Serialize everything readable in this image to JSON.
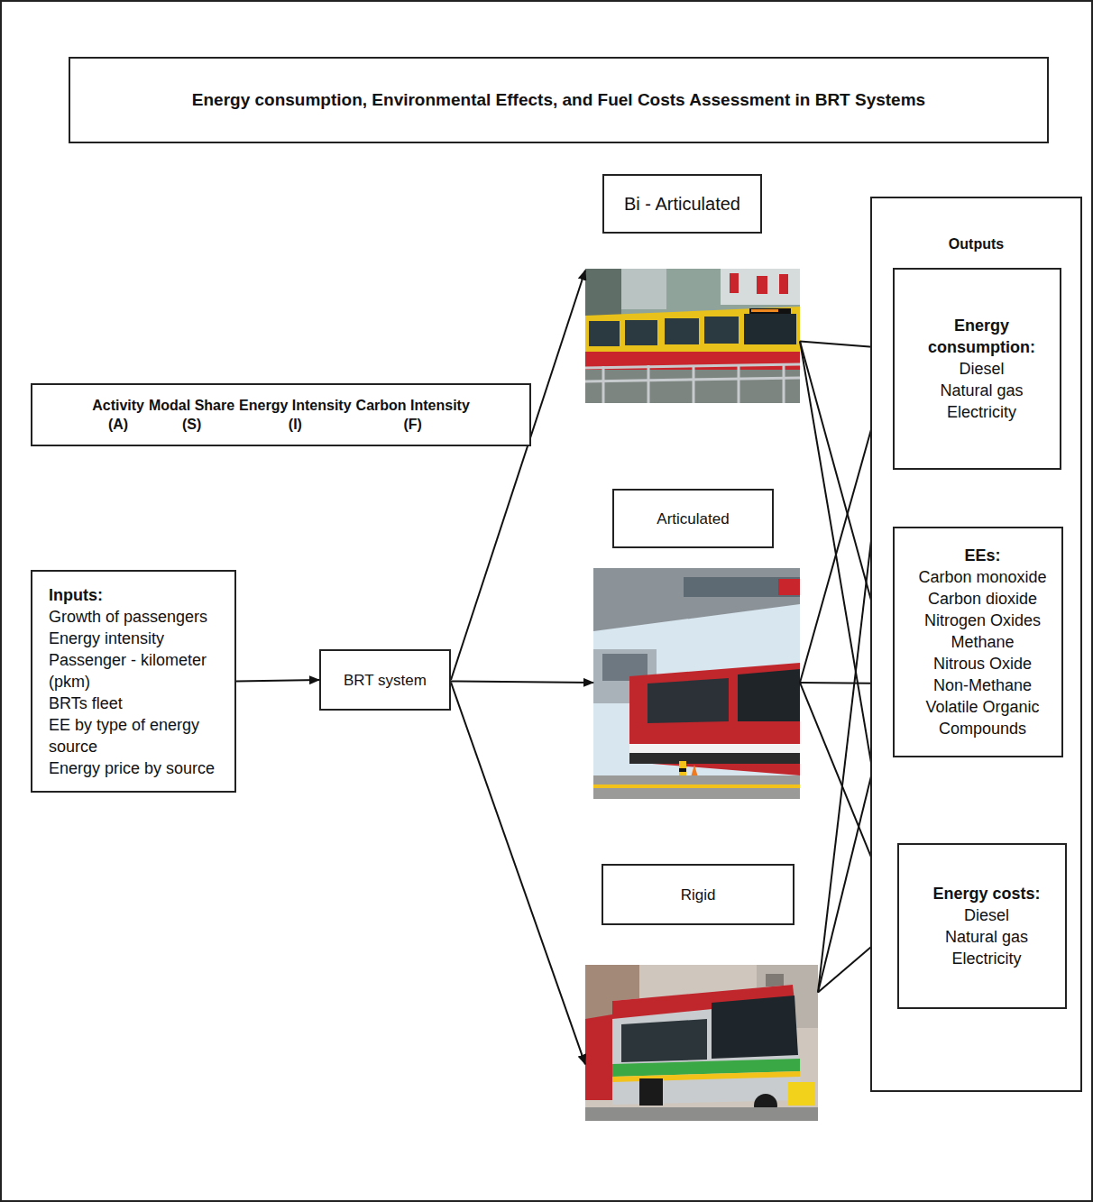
{
  "diagram": {
    "title": "Energy consumption, Environmental Effects, and Fuel Costs Assessment in BRT Systems",
    "nodes": [
      {
        "text": [
          "Bi - Articulated"
        ]
      },
      {
        "text": [
          "Outputs"
        ]
      },
      {
        "text": [
          "Energy consumption:",
          "Diesel",
          "Natural gas",
          "Electricity"
        ],
        "in": 1
      },
      {
        "text": [
          "Activity",
          "(A)",
          "Modal Share",
          "(S)",
          "Energy Intensity",
          "(I)",
          "Carbon Intensity",
          "(F)"
        ]
      },
      {
        "text": [
          "Articulated"
        ]
      },
      {
        "text": [
          "EEs:",
          "Carbon monoxide",
          "Carbon dioxide",
          "Nitrogen Oxides",
          "Methane",
          "Nitrous Oxide",
          "Non-Methane Volatile Organic Compounds"
        ],
        "in": 1
      },
      {
        "text": [
          "Inputs:",
          "Growth of passengers",
          "Energy intensity",
          "Passenger - kilometer (pkm)",
          "BRTs fleet",
          "EE by type of energy source",
          "Energy price by source"
        ]
      },
      {
        "text": [
          "BRT system"
        ]
      },
      {
        "text": [
          "Energy costs:",
          "Diesel",
          "Natural gas",
          "Electricity"
        ],
        "in": 1
      },
      {
        "text": [
          "Rigid"
        ]
      }
    ],
    "edges": [
      {
        "from": 6,
        "to": 7,
        "arrow": "to"
      },
      {
        "from": 7,
        "to": 0,
        "arrow": "to"
      },
      {
        "from": 7,
        "to": 4,
        "arrow": "to"
      },
      {
        "from": 7,
        "to": 9,
        "arrow": "to"
      },
      {
        "from": 0,
        "to": 2,
        "arrow": "to"
      },
      {
        "from": 0,
        "to": 5,
        "arrow": "to"
      },
      {
        "from": 0,
        "to": 8,
        "arrow": "to"
      },
      {
        "from": 4,
        "to": 2,
        "arrow": "to"
      },
      {
        "from": 4,
        "to": 5,
        "arrow": "to"
      },
      {
        "from": 4,
        "to": 8,
        "arrow": "to"
      },
      {
        "from": 9,
        "to": 2,
        "arrow": "to"
      },
      {
        "from": 9,
        "to": 5,
        "arrow": "to"
      },
      {
        "from": 9,
        "to": 8,
        "arrow": "to"
      }
    ]
  }
}
